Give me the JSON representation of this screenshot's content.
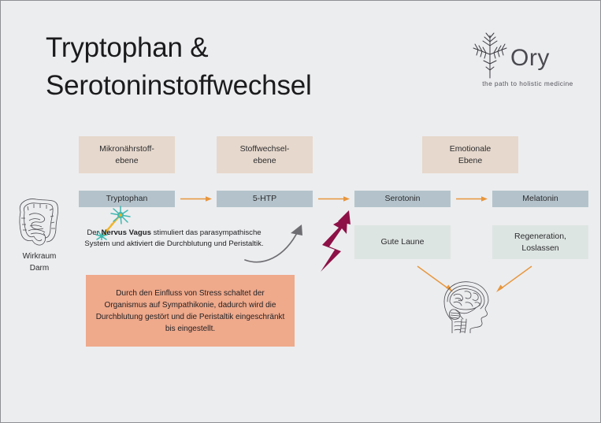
{
  "slide": {
    "title": "Tryptophan &\nSerotoninstoffwechsel",
    "background_color": "#ecedef",
    "border_color": "#8d8f93"
  },
  "logo": {
    "wordmark": "Ory",
    "tagline": "the path to holistic medicine",
    "mark_name": "herb-plant-icon"
  },
  "levels": [
    {
      "label": "Mikronährstoff-\nebene",
      "color": "#e6d8cc"
    },
    {
      "label": "Stoffwechsel-\nebene",
      "color": "#e6d8cc"
    },
    {
      "label": "Emotionale\nEbene",
      "color": "#e6d8cc"
    }
  ],
  "chain": [
    {
      "label": "Tryptophan",
      "color": "#b4c3cb"
    },
    {
      "label": "5-HTP",
      "color": "#b4c3cb"
    },
    {
      "label": "Serotonin",
      "color": "#b4c3cb"
    },
    {
      "label": "Melatonin",
      "color": "#b4c3cb"
    }
  ],
  "effects": [
    {
      "label": "Gute Laune",
      "color": "#dde5e2"
    },
    {
      "label": "Regeneration,\nLoslassen",
      "color": "#dde5e2"
    }
  ],
  "gut": {
    "label": "Wirkraum\nDarm",
    "illustration_name": "intestine-illustration"
  },
  "brain": {
    "illustration_name": "head-brain-illustration"
  },
  "vagus": {
    "prefix": "Der ",
    "bold": "Nervus Vagus",
    "suffix": " stimuliert das parasympathische System und aktiviert die Durchblutung und Peristaltik."
  },
  "stress": {
    "text": "Durch den Einfluss von Stress schaltet der Organismus auf Sympathikonie, dadurch wird die Durchblutung gestört und die Peristaltik eingeschränkt bis eingestellt.",
    "color": "#efa98b"
  },
  "colors": {
    "arrow_orange": "#e8963c",
    "bolt_maroon": "#8d1046",
    "curve_gray": "#6e6e72",
    "neuron_teal": "#3fb8b0",
    "neuron_axon": "#f0b429"
  }
}
